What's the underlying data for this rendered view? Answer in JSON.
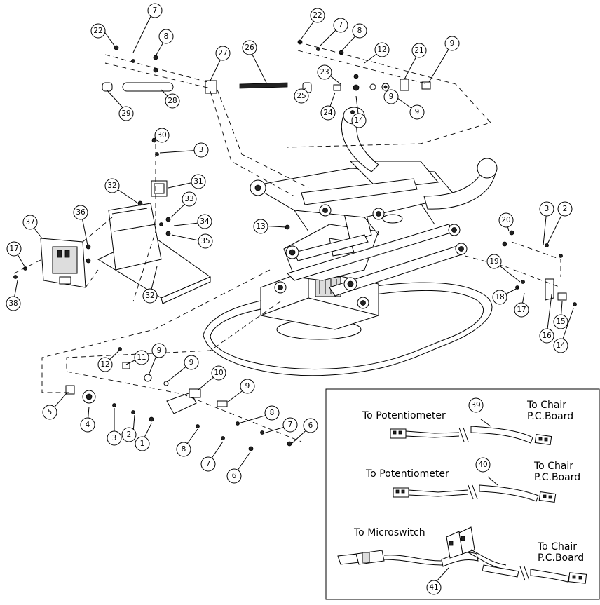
{
  "callouts": [
    "1",
    "2",
    "3",
    "4",
    "5",
    "6",
    "7",
    "8",
    "9",
    "10",
    "11",
    "12",
    "13",
    "14",
    "15",
    "16",
    "17",
    "18",
    "19",
    "20",
    "21",
    "22",
    "23",
    "24",
    "25",
    "26",
    "27",
    "28",
    "29",
    "30",
    "31",
    "32",
    "33",
    "34",
    "35",
    "36",
    "37",
    "38",
    "39",
    "40",
    "41"
  ],
  "inset": {
    "cable_39": {
      "left": "To Potentiometer",
      "right_line1": "To Chair",
      "right_line2": "P.C.Board",
      "number": "39"
    },
    "cable_40": {
      "left": "To Potentiometer",
      "right_line1": "To Chair",
      "right_line2": "P.C.Board",
      "number": "40"
    },
    "cable_41": {
      "left": "To Microswitch",
      "right_line1": "To Chair",
      "right_line2": "P.C.Board",
      "number": "41"
    }
  }
}
